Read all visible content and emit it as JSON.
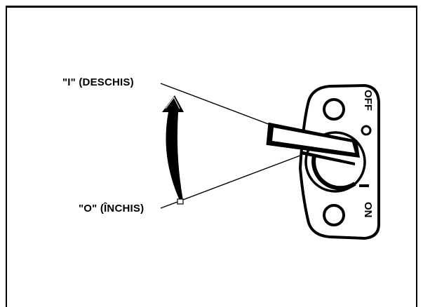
{
  "labels": {
    "open": "\"I\" (DESCHIS)",
    "closed": "\"O\" (ÎNCHIS)"
  },
  "valve": {
    "off_text": "OFF",
    "on_text": "ON",
    "on_mark": "I"
  },
  "icons": {
    "arrow": "curved-arrow-icon",
    "valve": "fuel-valve-icon"
  },
  "colors": {
    "ink": "#000000",
    "paper": "#ffffff"
  }
}
